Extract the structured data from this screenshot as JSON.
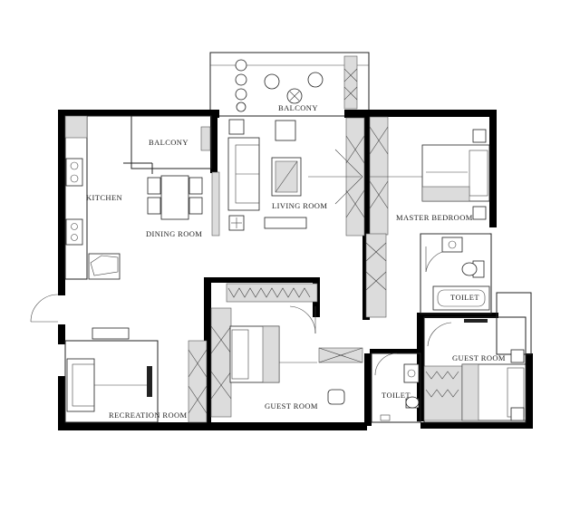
{
  "rooms": {
    "balcony_top": "BALCONY",
    "balcony_small": "BALCONY",
    "kitchen": "KITCHEN",
    "dining_room": "DINING ROOM",
    "living_room": "LIVING ROOM",
    "master_bedroom": "MASTER BEDROOM",
    "toilet_master": "TOILET",
    "recreation_room": "RECREATION ROOM",
    "guest_room_center": "GUEST ROOM",
    "toilet_center": "TOILET",
    "guest_room_right": "GUEST ROOM"
  },
  "icons": {
    "tv": "tv-icon",
    "bed": "bed-icon",
    "sofa": "sofa-icon",
    "door": "door-swing-icon",
    "plant": "plant-icon",
    "stove": "stove-icon",
    "sink": "sink-icon",
    "toilet": "toilet-icon",
    "bathtub": "bathtub-icon",
    "wardrobe": "wardrobe-icon"
  }
}
